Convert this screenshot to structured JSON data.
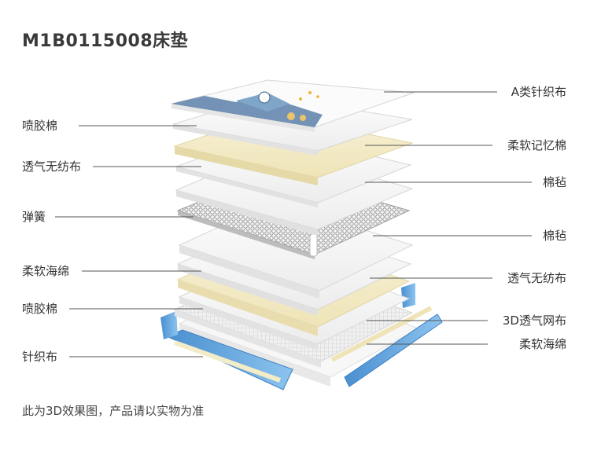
{
  "title": "M1B0115008床垫",
  "footer_note": "此为3D效果图，产品请以实物为准",
  "left_labels": [
    "喷胶棉",
    "透气无纺布",
    "弹簧",
    "柔软海绵",
    "喷胶棉",
    "针织布"
  ],
  "right_labels": [
    "A类针织布",
    "柔软记忆棉",
    "棉毡",
    "棉毡",
    "透气无纺布",
    "3D透气网布",
    "柔软海绵"
  ],
  "colors": {
    "blue_edge": "#5aa0d8",
    "memory_foam": "#f3ecc8",
    "sponge": "#f6efd2",
    "layer": "#f2f2f2"
  }
}
